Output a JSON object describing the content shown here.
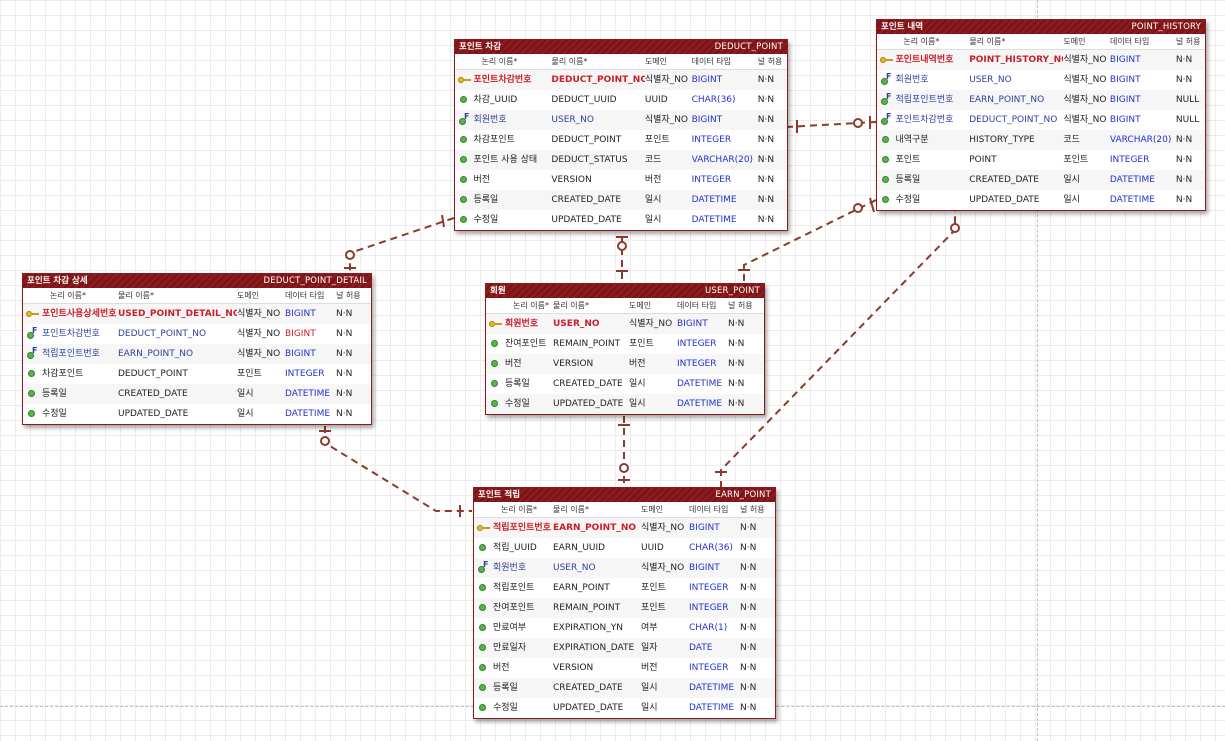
{
  "columns": {
    "logical": "논리 이름*",
    "physical": "물리 이름*",
    "domain": "도메인",
    "datatype": "데이터 타입",
    "nullable": "널 허용"
  },
  "tables": {
    "deduct_point": {
      "logical_name": "포인트 차감",
      "physical_name": "DEDUCT_POINT",
      "rows": [
        {
          "kind": "pk",
          "logical": "포인트차감번호",
          "physical": "DEDUCT_POINT_NO",
          "domain": "식별자_NO",
          "type": "BIGINT",
          "null": "N·N"
        },
        {
          "kind": "col",
          "logical": "차감_UUID",
          "physical": "DEDUCT_UUID",
          "domain": "UUID",
          "type": "CHAR(36)",
          "null": "N·N"
        },
        {
          "kind": "fk",
          "logical": "회원번호",
          "physical": "USER_NO",
          "domain": "식별자_NO",
          "type": "BIGINT",
          "null": "N·N"
        },
        {
          "kind": "col",
          "logical": "차감포인트",
          "physical": "DEDUCT_POINT",
          "domain": "포인트",
          "type": "INTEGER",
          "null": "N·N"
        },
        {
          "kind": "col",
          "logical": "포인트 사용 상태",
          "physical": "DEDUCT_STATUS",
          "domain": "코드",
          "type": "VARCHAR(20)",
          "null": "N·N"
        },
        {
          "kind": "col",
          "logical": "버전",
          "physical": "VERSION",
          "domain": "버전",
          "type": "INTEGER",
          "null": "N·N"
        },
        {
          "kind": "col",
          "logical": "등록일",
          "physical": "CREATED_DATE",
          "domain": "일시",
          "type": "DATETIME",
          "null": "N·N"
        },
        {
          "kind": "col",
          "logical": "수정일",
          "physical": "UPDATED_DATE",
          "domain": "일시",
          "type": "DATETIME",
          "null": "N·N"
        }
      ]
    },
    "point_history": {
      "logical_name": "포인트 내역",
      "physical_name": "POINT_HISTORY",
      "rows": [
        {
          "kind": "pk",
          "logical": "포인트내역번호",
          "physical": "POINT_HISTORY_NO",
          "domain": "식별자_NO",
          "type": "BIGINT",
          "null": "N·N"
        },
        {
          "kind": "fk",
          "logical": "회원번호",
          "physical": "USER_NO",
          "domain": "식별자_NO",
          "type": "BIGINT",
          "null": "N·N"
        },
        {
          "kind": "fk",
          "logical": "적립포인트번호",
          "physical": "EARN_POINT_NO",
          "domain": "식별자_NO",
          "type": "BIGINT",
          "null": "NULL"
        },
        {
          "kind": "fk",
          "logical": "포인트차감번호",
          "physical": "DEDUCT_POINT_NO",
          "domain": "식별자_NO",
          "type": "BIGINT",
          "null": "NULL"
        },
        {
          "kind": "col",
          "logical": "내역구분",
          "physical": "HISTORY_TYPE",
          "domain": "코드",
          "type": "VARCHAR(20)",
          "null": "N·N"
        },
        {
          "kind": "col",
          "logical": "포인트",
          "physical": "POINT",
          "domain": "포인트",
          "type": "INTEGER",
          "null": "N·N"
        },
        {
          "kind": "col",
          "logical": "등록일",
          "physical": "CREATED_DATE",
          "domain": "일시",
          "type": "DATETIME",
          "null": "N·N"
        },
        {
          "kind": "col",
          "logical": "수정일",
          "physical": "UPDATED_DATE",
          "domain": "일시",
          "type": "DATETIME",
          "null": "N·N"
        }
      ]
    },
    "deduct_point_detail": {
      "logical_name": "포인트 차감 상세",
      "physical_name": "DEDUCT_POINT_DETAIL",
      "rows": [
        {
          "kind": "pk",
          "logical": "포인트사용상세번호",
          "physical": "USED_POINT_DETAIL_NO",
          "domain": "식별자_NO",
          "type": "BIGINT",
          "null": "N·N"
        },
        {
          "kind": "fk",
          "logical": "포인트차감번호",
          "physical": "DEDUCT_POINT_NO",
          "domain": "식별자_NO",
          "type": "BIGINT",
          "null": "N·N",
          "type_red": true
        },
        {
          "kind": "fk",
          "logical": "적립포인트번호",
          "physical": "EARN_POINT_NO",
          "domain": "식별자_NO",
          "type": "BIGINT",
          "null": "N·N"
        },
        {
          "kind": "col",
          "logical": "차감포인트",
          "physical": "DEDUCT_POINT",
          "domain": "포인트",
          "type": "INTEGER",
          "null": "N·N"
        },
        {
          "kind": "col",
          "logical": "등록일",
          "physical": "CREATED_DATE",
          "domain": "일시",
          "type": "DATETIME",
          "null": "N·N"
        },
        {
          "kind": "col",
          "logical": "수정일",
          "physical": "UPDATED_DATE",
          "domain": "일시",
          "type": "DATETIME",
          "null": "N·N"
        }
      ]
    },
    "user_point": {
      "logical_name": "회원",
      "physical_name": "USER_POINT",
      "rows": [
        {
          "kind": "pk",
          "logical": "회원번호",
          "physical": "USER_NO",
          "domain": "식별자_NO",
          "type": "BIGINT",
          "null": "N·N"
        },
        {
          "kind": "col",
          "logical": "잔여포인트",
          "physical": "REMAIN_POINT",
          "domain": "포인트",
          "type": "INTEGER",
          "null": "N·N"
        },
        {
          "kind": "col",
          "logical": "버전",
          "physical": "VERSION",
          "domain": "버전",
          "type": "INTEGER",
          "null": "N·N"
        },
        {
          "kind": "col",
          "logical": "등록일",
          "physical": "CREATED_DATE",
          "domain": "일시",
          "type": "DATETIME",
          "null": "N·N"
        },
        {
          "kind": "col",
          "logical": "수정일",
          "physical": "UPDATED_DATE",
          "domain": "일시",
          "type": "DATETIME",
          "null": "N·N"
        }
      ]
    },
    "earn_point": {
      "logical_name": "포인트 적립",
      "physical_name": "EARN_POINT",
      "rows": [
        {
          "kind": "pk",
          "logical": "적립포인트번호",
          "physical": "EARN_POINT_NO",
          "domain": "식별자_NO",
          "type": "BIGINT",
          "null": "N·N"
        },
        {
          "kind": "col",
          "logical": "적립_UUID",
          "physical": "EARN_UUID",
          "domain": "UUID",
          "type": "CHAR(36)",
          "null": "N·N"
        },
        {
          "kind": "fk",
          "logical": "회원번호",
          "physical": "USER_NO",
          "domain": "식별자_NO",
          "type": "BIGINT",
          "null": "N·N"
        },
        {
          "kind": "col",
          "logical": "적립포인트",
          "physical": "EARN_POINT",
          "domain": "포인트",
          "type": "INTEGER",
          "null": "N·N"
        },
        {
          "kind": "col",
          "logical": "잔여포인트",
          "physical": "REMAIN_POINT",
          "domain": "포인트",
          "type": "INTEGER",
          "null": "N·N"
        },
        {
          "kind": "col",
          "logical": "만료여부",
          "physical": "EXPIRATION_YN",
          "domain": "여부",
          "type": "CHAR(1)",
          "null": "N·N"
        },
        {
          "kind": "col",
          "logical": "만료일자",
          "physical": "EXPIRATION_DATE",
          "domain": "일자",
          "type": "DATE",
          "null": "N·N"
        },
        {
          "kind": "col",
          "logical": "버전",
          "physical": "VERSION",
          "domain": "버전",
          "type": "INTEGER",
          "null": "N·N"
        },
        {
          "kind": "col",
          "logical": "등록일",
          "physical": "CREATED_DATE",
          "domain": "일시",
          "type": "DATETIME",
          "null": "N·N"
        },
        {
          "kind": "col",
          "logical": "수정일",
          "physical": "UPDATED_DATE",
          "domain": "일시",
          "type": "DATETIME",
          "null": "N·N"
        }
      ]
    }
  },
  "colors": {
    "header": "#8a1c1f",
    "relation": "#8b3a2e",
    "pk_text": "#c8202a",
    "fk_text": "#2f3f9a",
    "type_text": "#2233cc"
  }
}
